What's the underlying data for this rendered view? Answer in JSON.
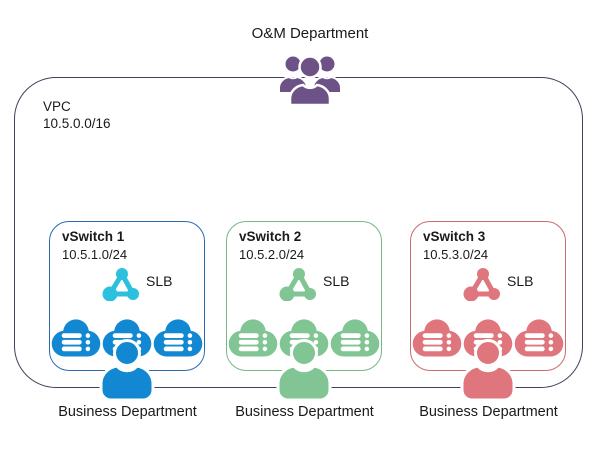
{
  "header": {
    "om_department_label": "O&M Department"
  },
  "vpc": {
    "label": "VPC",
    "cidr": "10.5.0.0/16",
    "border_color": "#40405c"
  },
  "vswitches": [
    {
      "name": "vSwitch 1",
      "cidr": "10.5.1.0/24",
      "slb_label": "SLB",
      "department": "Business Department",
      "server_count": 3,
      "border_color": "#2a6bb0",
      "server_color": "#1287d2",
      "slb_color": "#2bc0dd",
      "user_color": "#1287d2"
    },
    {
      "name": "vSwitch 2",
      "cidr": "10.5.2.0/24",
      "slb_label": "SLB",
      "department": "Business Department",
      "server_count": 3,
      "border_color": "#74b884",
      "server_color": "#80c593",
      "slb_color": "#80c593",
      "user_color": "#80c593"
    },
    {
      "name": "vSwitch 3",
      "cidr": "10.5.3.0/24",
      "slb_label": "SLB",
      "department": "Business Department",
      "server_count": 3,
      "border_color": "#ca6a72",
      "server_color": "#e0767d",
      "slb_color": "#e0767d",
      "user_color": "#e0767d"
    }
  ],
  "colors": {
    "admin_purple": "#6c5287",
    "text": "#1a1a1a",
    "background": "#ffffff"
  },
  "icons": {
    "team_icon": "group-of-people",
    "slb_icon": "load-balancer-triangle",
    "server_icon": "cloud-server",
    "user_icon": "person-silhouette"
  }
}
